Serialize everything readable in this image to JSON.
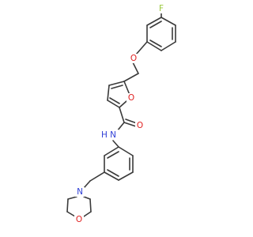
{
  "molecule": {
    "atoms": [
      {
        "id": "F1",
        "label": "F",
        "color": "#9ac83c"
      },
      {
        "id": "O_ether",
        "label": "O",
        "color": "#e02020"
      },
      {
        "id": "O_furan",
        "label": "O",
        "color": "#e02020"
      },
      {
        "id": "O_carbonyl",
        "label": "O",
        "color": "#e02020"
      },
      {
        "id": "N_amide",
        "label": "N",
        "color": "#2f3fd6"
      },
      {
        "id": "H_amide",
        "label": "H",
        "color": "#2f3fd6"
      },
      {
        "id": "N_morph",
        "label": "N",
        "color": "#2f3fd6"
      },
      {
        "id": "O_morph",
        "label": "O",
        "color": "#e02020"
      }
    ]
  }
}
